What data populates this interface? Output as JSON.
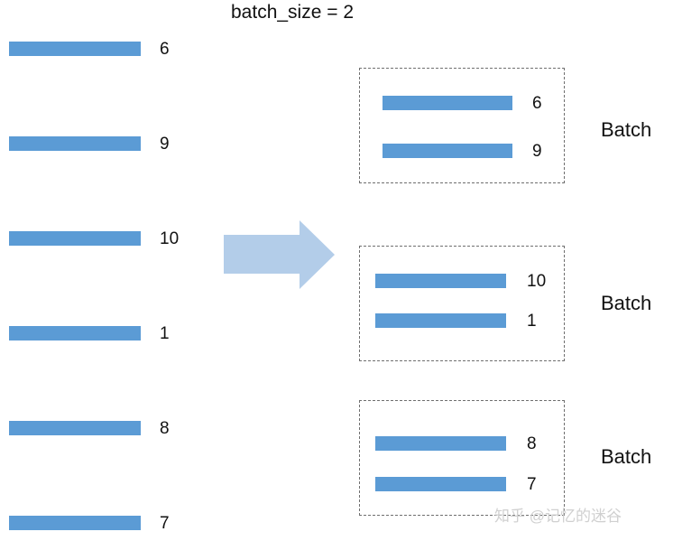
{
  "title": "batch_size = 2",
  "left_items": [
    "6",
    "9",
    "10",
    "1",
    "8",
    "7"
  ],
  "batches": [
    {
      "items": [
        "6",
        "9"
      ],
      "label": "Batch"
    },
    {
      "items": [
        "10",
        "1"
      ],
      "label": "Batch"
    },
    {
      "items": [
        "8",
        "7"
      ],
      "label": "Batch"
    }
  ],
  "watermark": "知乎 @记忆的迷谷",
  "colors": {
    "bar": "#5b9bd5",
    "arrow": "#b3cde9",
    "border": "#6f6f6f"
  }
}
